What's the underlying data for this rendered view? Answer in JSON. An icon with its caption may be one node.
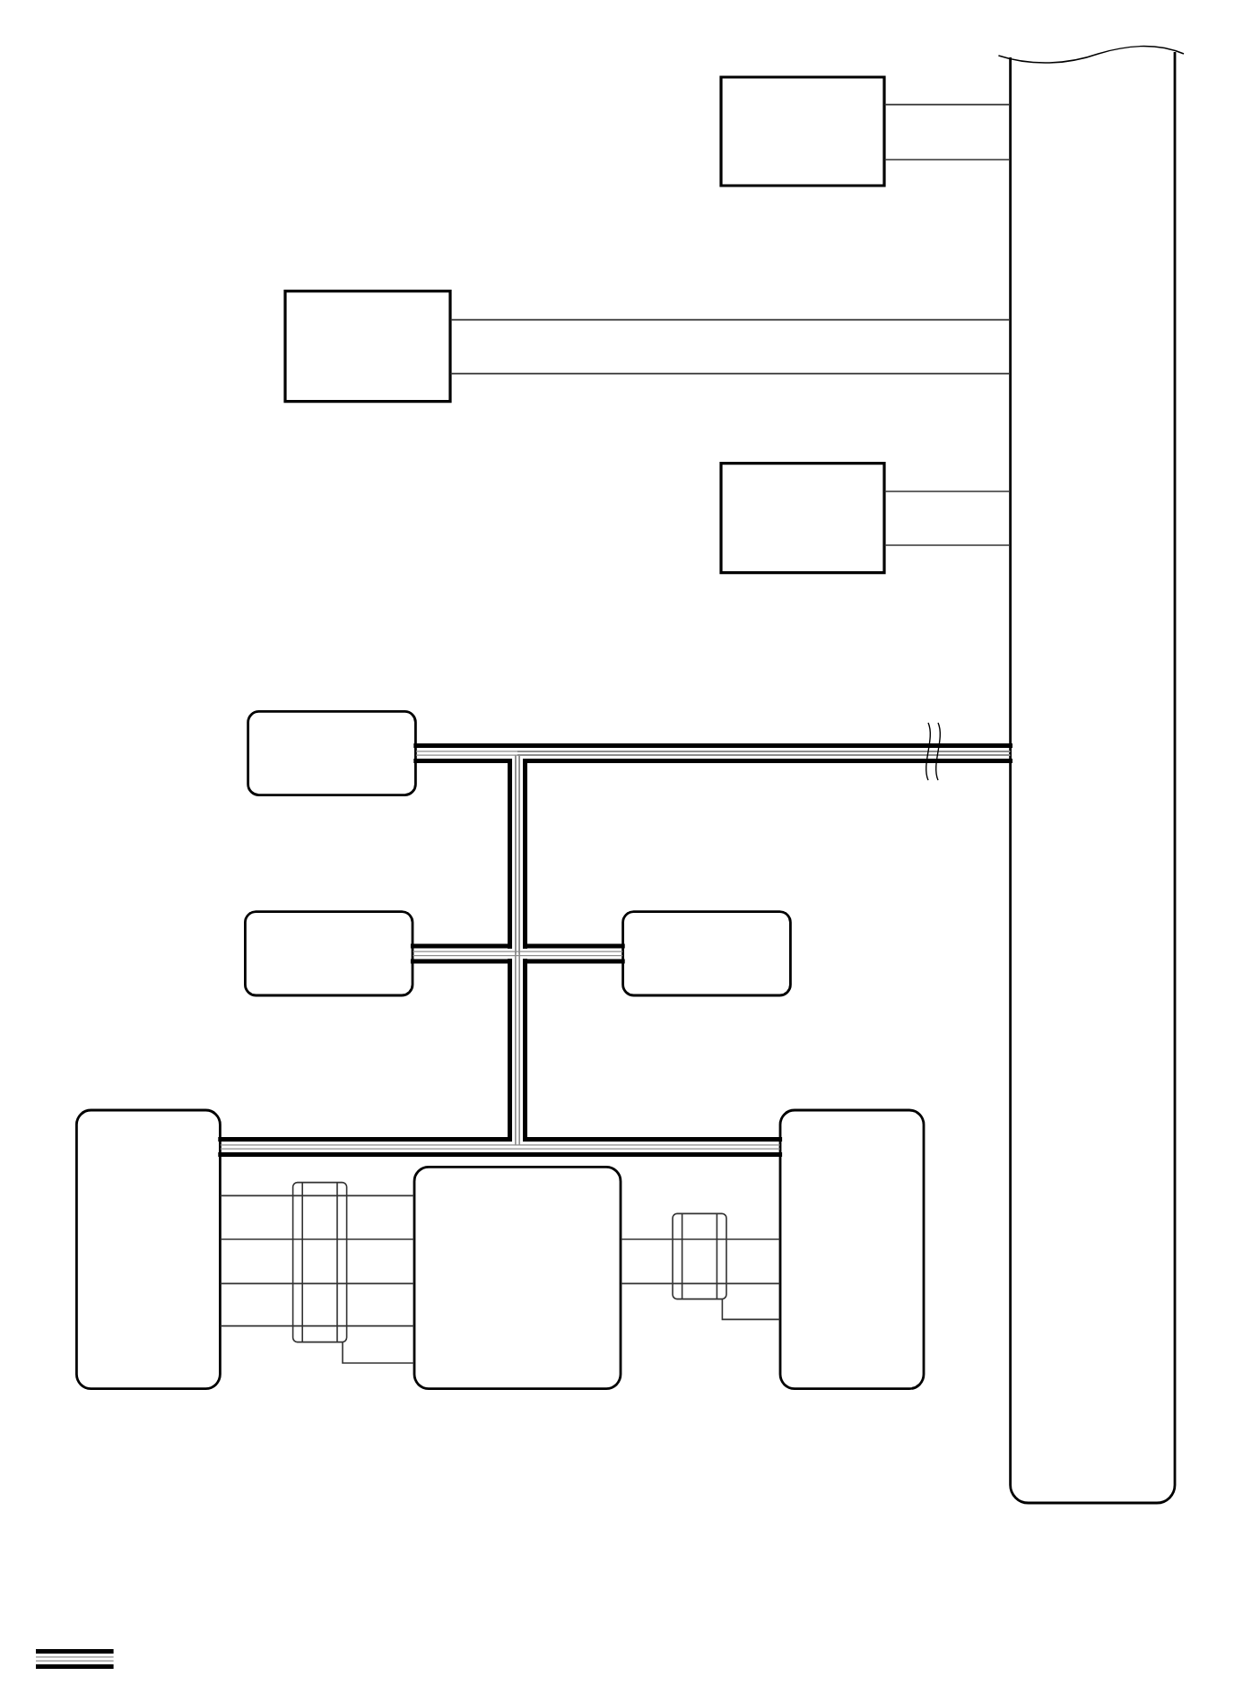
{
  "diagram": {
    "nodes": [
      {
        "text": [],
        "shape": "box"
      },
      {
        "text": [],
        "shape": "box"
      },
      {
        "text": [],
        "shape": "box"
      },
      {
        "text": [],
        "shape": "box"
      },
      {
        "text": [],
        "shape": "box"
      },
      {
        "text": [],
        "shape": "box"
      },
      {
        "text": [],
        "shape": "box"
      },
      {
        "text": [],
        "shape": "box"
      },
      {
        "text": [],
        "shape": "cylinder"
      },
      {
        "text": [],
        "shape": "box"
      },
      {
        "text": [],
        "shape": "cylinder"
      },
      {
        "text": [],
        "shape": "box"
      }
    ],
    "edges": [
      {
        "from": 1,
        "to": 0,
        "arrow": "none"
      },
      {
        "from": 1,
        "to": 0,
        "arrow": "none"
      },
      {
        "from": 2,
        "to": 0,
        "arrow": "none"
      },
      {
        "from": 2,
        "to": 0,
        "arrow": "none"
      },
      {
        "from": 3,
        "to": 0,
        "arrow": "none"
      },
      {
        "from": 3,
        "to": 0,
        "arrow": "none"
      },
      {
        "from": 4,
        "to": 0,
        "arrow": "none",
        "style": "thick"
      },
      {
        "from": 5,
        "to": 0,
        "arrow": "none",
        "style": "thick"
      },
      {
        "from": 6,
        "to": 0,
        "arrow": "none",
        "style": "thick"
      },
      {
        "from": 7,
        "to": 0,
        "arrow": "none",
        "style": "thick"
      },
      {
        "from": 11,
        "to": 0,
        "arrow": "none",
        "style": "thick"
      },
      {
        "from": 7,
        "to": 8,
        "arrow": "none"
      },
      {
        "from": 7,
        "to": 8,
        "arrow": "none"
      },
      {
        "from": 7,
        "to": 8,
        "arrow": "none"
      },
      {
        "from": 7,
        "to": 8,
        "arrow": "none"
      },
      {
        "from": 8,
        "to": 9,
        "arrow": "none"
      },
      {
        "from": 8,
        "to": 9,
        "arrow": "none"
      },
      {
        "from": 8,
        "to": 9,
        "arrow": "none"
      },
      {
        "from": 8,
        "to": 9,
        "arrow": "none"
      },
      {
        "from": 8,
        "to": 9,
        "arrow": "none"
      },
      {
        "from": 9,
        "to": 10,
        "arrow": "none"
      },
      {
        "from": 9,
        "to": 10,
        "arrow": "none"
      },
      {
        "from": 10,
        "to": 11,
        "arrow": "none"
      },
      {
        "from": 10,
        "to": 11,
        "arrow": "none"
      },
      {
        "from": 10,
        "to": 11,
        "arrow": "none"
      }
    ]
  }
}
